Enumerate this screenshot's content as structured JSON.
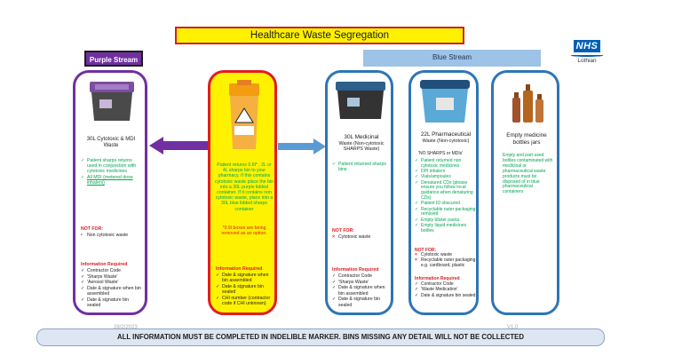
{
  "title": "Healthcare Waste Segregation",
  "logo": {
    "text": "NHS",
    "sub": "Lothian"
  },
  "streams": {
    "purple": "Purple Stream",
    "blue": "Blue Stream"
  },
  "colors": {
    "purple": "#7030a0",
    "blue": "#2e75b6",
    "yellow": "#fff200",
    "red": "#d61f26",
    "green": "#00a651"
  },
  "cards": {
    "purple": {
      "heading": "30L Cytotoxic & MDI Waste",
      "green_items": [
        "Patient sharps returns used in conjunction with cytotoxic medicines",
        "All MDI (metered dose inhalers)"
      ],
      "not_for_label": "NOT FOR:",
      "not_for": [
        "Non cytotoxic waste"
      ],
      "info_label": "Information Required",
      "info": [
        "Contractor Code",
        "'Sharps Waste'",
        "'Aerosol Waste'",
        "Date & signature when bin assembled",
        "Date & signature bin sealed"
      ]
    },
    "yellow": {
      "body": "Patient returns 0.6l* , 2L or 4L sharps bin to your pharmacy. If this contains cytotoxic waste place the bin into a 30L purple lidded container. If it contains non cytotoxic waste, place into a 30L blue lidded sharps container",
      "note": "*0.6l boxes are being removed as an option.",
      "info_label": "Information Required",
      "info": [
        "Date & signature when bin assembled",
        "Date & signature bin sealed",
        "CHI number (contractor code if CHI unknown)"
      ]
    },
    "blue1": {
      "heading_main": "30L Medicinal",
      "heading_sub": "Waste (Non-cytotoxic SHARPS Waste)",
      "green_items": [
        "Patient returned sharps bins"
      ],
      "not_for_label": "NOT FOR:",
      "not_for": [
        "Cytotoxic waste"
      ],
      "info_label": "Information Required",
      "info": [
        "Contractor Code",
        "'Sharps Waste'",
        "Date & signature when bin assembled",
        "Date & signature bin sealed"
      ]
    },
    "blue2": {
      "heading_main": "22L Pharmaceutical",
      "heading_sub": "Waste (Non-cytotoxic)",
      "subnote": "'NO SHARPS or MDIs'",
      "green_items": [
        "Patient returned non cytotoxic medicines",
        "DPI inhalers",
        "Vials/ampoules",
        "Denatured CDs (please ensure you follow local guidance when denaturing CDs)",
        "Patient ID obscured",
        "Recyclable outer packaging removed",
        "Empty blister packs",
        "Empty liquid medicines bottles"
      ],
      "not_for_label": "NOT FOR:",
      "not_for": [
        "Cytotoxic waste",
        "Recyclable outer packaging e.g. cardboard, plastic"
      ],
      "info_label": "Information Required",
      "info": [
        "Contractor Code",
        "'Waste Medication'",
        "Date & signature bin sealed"
      ]
    },
    "blue3": {
      "heading": "Empty medicine bottles jars",
      "body": "Empty and part-used bottles contaminated with medicinal or pharmaceutical waste products must be disposed of in blue pharmaceutical containers"
    }
  },
  "footer": "ALL INFORMATION MUST BE COMPLETED IN INDELIBLE MARKER.  BINS MISSING ANY DETAIL WILL NOT BE COLLECTED",
  "footnote_left": "28/2/2023",
  "footnote_right": "V1.0"
}
